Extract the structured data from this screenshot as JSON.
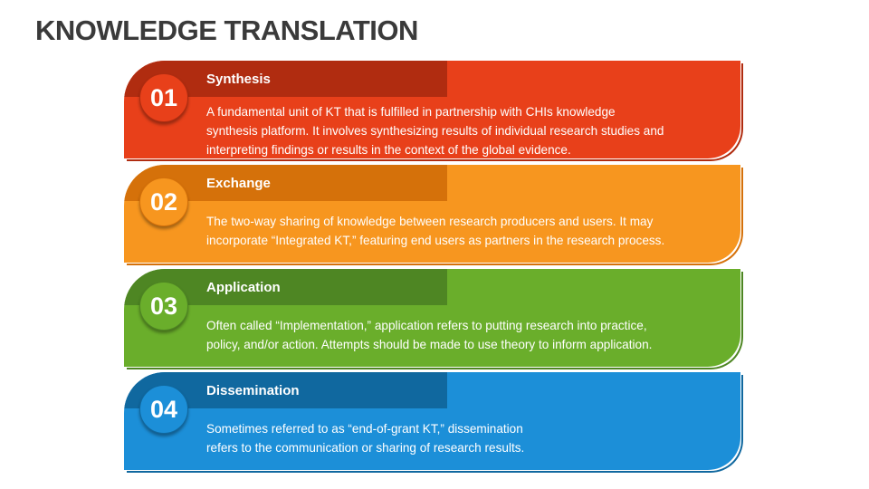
{
  "title": "KNOWLEDGE TRANSLATION",
  "items": [
    {
      "number": "01",
      "title": "Synthesis",
      "lines": [
        "A fundamental unit of KT that is fulfilled in partnership with CHIs knowledge",
        "synthesis platform. It involves synthesizing results of individual research studies and",
        "interpreting findings or results in the context of the global evidence."
      ],
      "color": "#E8401A",
      "dark": "#B02C10"
    },
    {
      "number": "02",
      "title": "Exchange",
      "lines": [
        "The two-way sharing of knowledge between research producers and users. It may",
        "incorporate “Integrated KT,” featuring end users as partners in the research process."
      ],
      "color": "#F7961F",
      "dark": "#D5710A"
    },
    {
      "number": "03",
      "title": "Application",
      "lines": [
        "Often called “Implementation,” application refers to putting research into practice,",
        "policy, and/or action. Attempts should be made to use theory to inform application."
      ],
      "color": "#6AAE2B",
      "dark": "#4E8623"
    },
    {
      "number": "04",
      "title": "Dissemination",
      "lines": [
        "Sometimes referred to as “end-of-grant KT,” dissemination",
        "refers to the communication or sharing of research results."
      ],
      "color": "#1C8FD8",
      "dark": "#10689F"
    }
  ]
}
